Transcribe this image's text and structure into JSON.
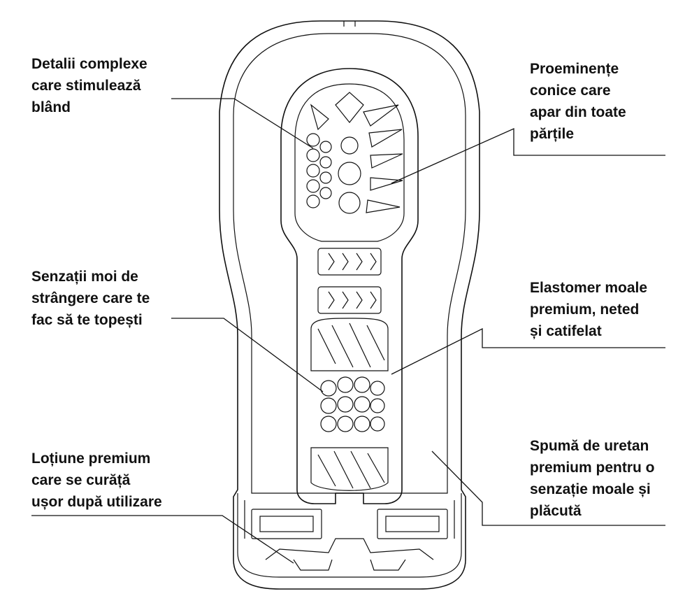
{
  "diagram": {
    "colors": {
      "ink": "#111111",
      "background": "#ffffff"
    },
    "callouts": [
      {
        "id": "detalii",
        "side": "left",
        "lines": [
          "Detalii complexe",
          "care stimulează",
          "blând"
        ]
      },
      {
        "id": "proeminente",
        "side": "right",
        "lines": [
          "Proeminențe",
          "conice care",
          "apar din toate",
          "părțile"
        ]
      },
      {
        "id": "senzatii",
        "side": "left",
        "lines": [
          "Senzații moi de",
          "strângere care te",
          "fac să te topești"
        ]
      },
      {
        "id": "elastomer",
        "side": "right",
        "lines": [
          "Elastomer moale",
          "premium, neted",
          "și catifelat"
        ]
      },
      {
        "id": "lotiune",
        "side": "left",
        "lines": [
          "Loțiune premium",
          "care se curăță",
          "ușor după utilizare"
        ]
      },
      {
        "id": "spuma",
        "side": "right",
        "lines": [
          "Spumă de uretan",
          "premium pentru o",
          "senzație moale și",
          "plăcută"
        ]
      }
    ]
  }
}
